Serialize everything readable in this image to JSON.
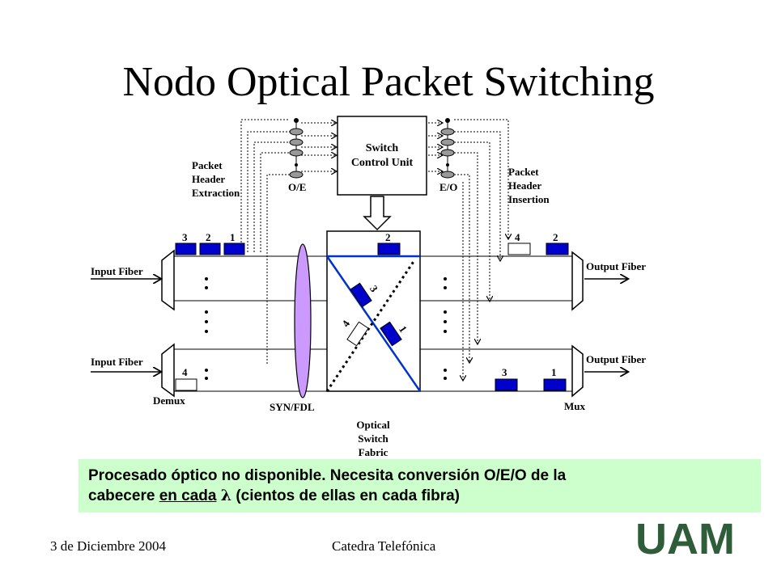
{
  "title": "Nodo Optical Packet Switching",
  "diagram": {
    "switch_control_unit": [
      "Switch",
      "Control Unit"
    ],
    "oe_label": "O/E",
    "eo_label": "E/O",
    "packet_header_extraction": [
      "Packet",
      "Header",
      "Extraction"
    ],
    "packet_header_insertion": [
      "Packet",
      "Header",
      "Insertion"
    ],
    "input_fiber_top": "Input Fiber",
    "input_fiber_bottom": "Input Fiber",
    "output_fiber_top": "Output Fiber",
    "output_fiber_bottom": "Output Fiber",
    "demux": "Demux",
    "mux": "Mux",
    "syn_fdl": "SYN/FDL",
    "optical_switch_fabric": [
      "Optical",
      "Switch",
      "Fabric"
    ],
    "packet_numbers": {
      "in_top": [
        "3",
        "2",
        "1"
      ],
      "in_bottom": "4",
      "fabric_top": "2",
      "fabric_3": "3",
      "fabric_4": "4",
      "fabric_1": "1",
      "out_top": [
        "4",
        "2"
      ],
      "out_bottom": [
        "3",
        "1"
      ]
    },
    "colors": {
      "packet_fill": "#0000cc",
      "cross_line": "#0033cc"
    }
  },
  "note": {
    "line1": "Procesado óptico no disponible. Necesita conversión O/E/O de la",
    "line2_start": "cabecere ",
    "line2_underlined": "en cada",
    "lambda": "λ",
    "line2_end": " (cientos de ellas en cada fibra)"
  },
  "footer": {
    "date": "3 de Diciembre 2004",
    "center": "Catedra Telefónica",
    "logo_text": "UAM"
  }
}
